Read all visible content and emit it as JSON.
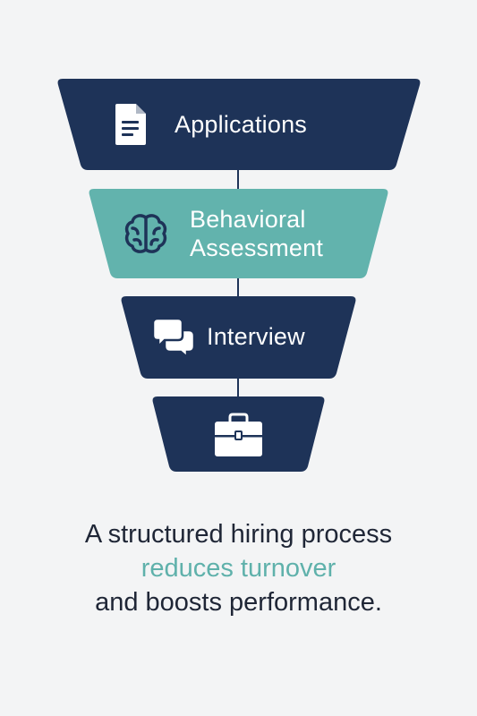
{
  "colors": {
    "background": "#f3f4f5",
    "navy": "#1e3358",
    "teal": "#62b3ad",
    "connector": "#1e3358",
    "text_dark": "#1f2636",
    "text_accent": "#5fb1ab"
  },
  "stages": [
    {
      "label": "Applications",
      "icon": "document-icon",
      "fill": "#1e3358",
      "text_color": "#ffffff"
    },
    {
      "label": "Behavioral",
      "label_line2": "Assessment",
      "icon": "brain-icon",
      "fill": "#62b3ad",
      "text_color": "#ffffff"
    },
    {
      "label": "Interview",
      "icon": "chat-bubbles-icon",
      "fill": "#1e3358",
      "text_color": "#ffffff"
    },
    {
      "label": "",
      "icon": "briefcase-icon",
      "fill": "#1e3358",
      "text_color": "#ffffff"
    }
  ],
  "caption": {
    "line1": "A structured hiring process",
    "line2": "reduces turnover",
    "line3": "and boosts performance."
  }
}
